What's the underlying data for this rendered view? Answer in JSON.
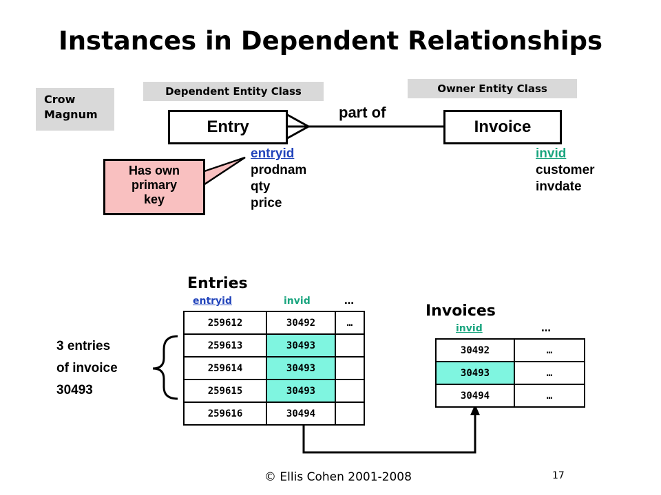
{
  "title": "Instances in Dependent Relationships",
  "notation": {
    "line1": "Crow",
    "line2": "Magnum"
  },
  "dependent_label": "Dependent Entity Class",
  "owner_label": "Owner Entity Class",
  "dependent_entity": {
    "name": "Entry",
    "attributes": [
      "entryid",
      "prodnam",
      "qty",
      "price"
    ],
    "primary_key": "entryid"
  },
  "owner_entity": {
    "name": "Invoice",
    "attributes": [
      "invid",
      "customer",
      "invdate"
    ],
    "primary_key": "invid"
  },
  "relationship_label": "part of",
  "callout": {
    "line1": "Has own",
    "line2": "primary",
    "line3": "key"
  },
  "entries_table": {
    "title": "Entries",
    "headers": [
      "entryid",
      "invid",
      "…"
    ],
    "rows": [
      [
        "259612",
        "30492",
        "…"
      ],
      [
        "259613",
        "30493",
        ""
      ],
      [
        "259614",
        "30493",
        ""
      ],
      [
        "259615",
        "30493",
        ""
      ],
      [
        "259616",
        "30494",
        ""
      ]
    ]
  },
  "invoices_table": {
    "title": "Invoices",
    "headers": [
      "invid",
      "…"
    ],
    "rows": [
      [
        "30492",
        "…"
      ],
      [
        "30493",
        "…"
      ],
      [
        "30494",
        "…"
      ]
    ]
  },
  "brace_note": {
    "line1": "3 entries",
    "line2": "of invoice",
    "line3": "30493"
  },
  "colors": {
    "highlight": "#7ff5e0",
    "callout_fill": "#f9c0c0",
    "pk_blue": "#2244bb",
    "pk_teal": "#1aa57f",
    "tag_gray": "#d9d9d9"
  },
  "footer": {
    "copyright": "© Ellis Cohen 2001-2008",
    "page_number": "17"
  }
}
